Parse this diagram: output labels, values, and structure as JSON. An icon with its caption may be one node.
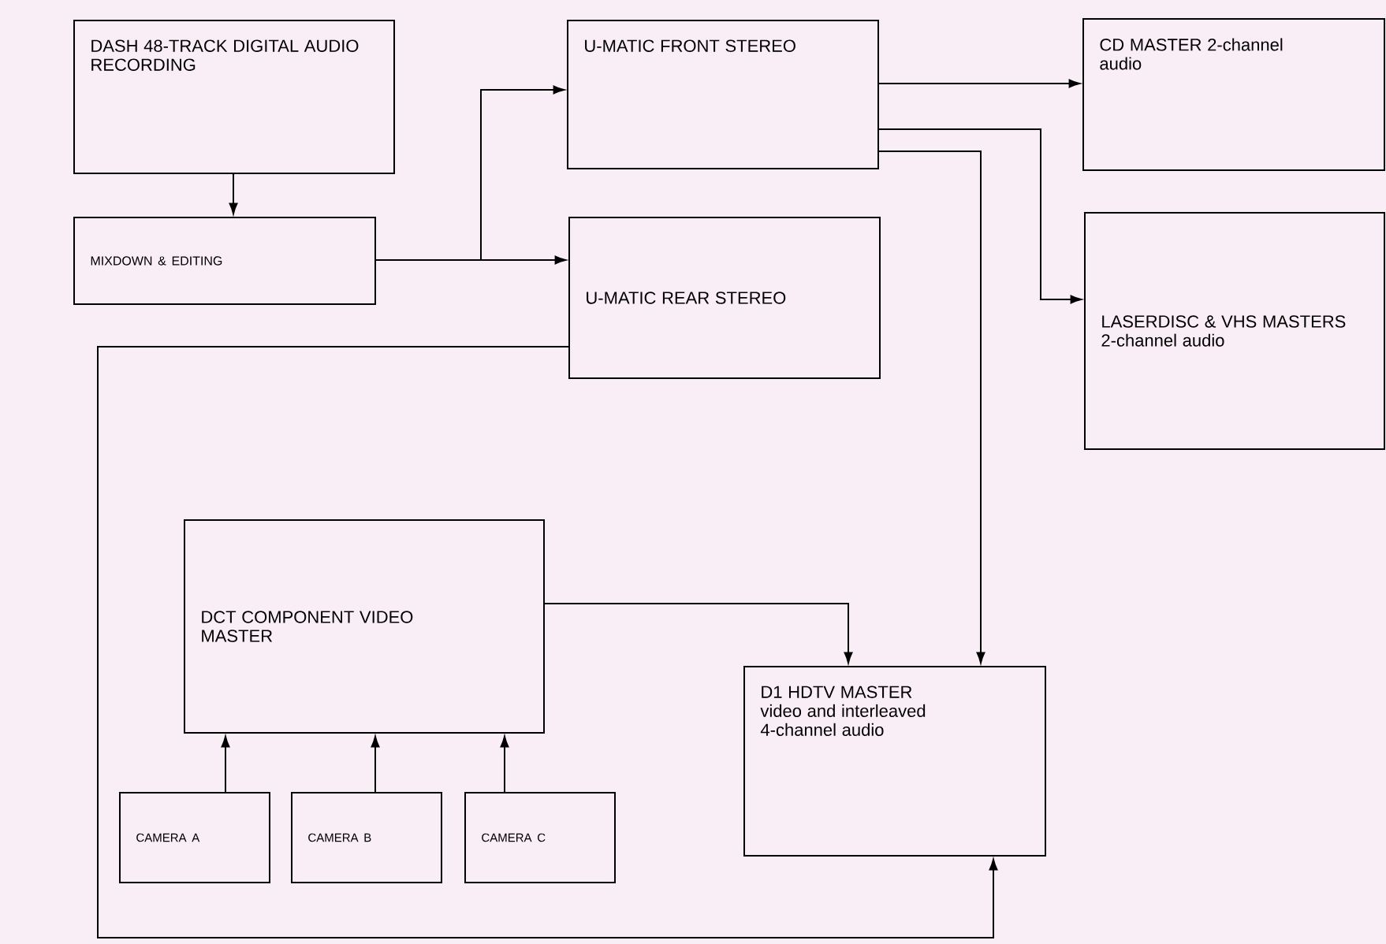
{
  "diagram": {
    "nodes": [
      {
        "text": [
          "DASH 48-TRACK DIGITAL AUDIO RECORDING"
        ]
      },
      {
        "text": [
          "MIXDOWN & EDITING"
        ]
      },
      {
        "text": [
          "U-MATIC FRONT STEREO"
        ]
      },
      {
        "text": [
          "U-MATIC REAR STEREO"
        ]
      },
      {
        "text": [
          "CD MASTER 2-channel audio"
        ]
      },
      {
        "text": [
          "LASERDISC & VHS MASTERS 2-channel audio"
        ]
      },
      {
        "text": [
          "DCT COMPONENT VIDEO MASTER"
        ]
      },
      {
        "text": [
          "D1 HDTV MASTER video and interleaved 4-channel audio"
        ]
      },
      {
        "text": [
          "CAMERA A"
        ]
      },
      {
        "text": [
          "CAMERA B"
        ]
      },
      {
        "text": [
          "CAMERA C"
        ]
      }
    ],
    "edges": [
      {
        "from": 0,
        "to": 1,
        "arrow": "to"
      },
      {
        "from": 1,
        "to": 2,
        "arrow": "to"
      },
      {
        "from": 1,
        "to": 3,
        "arrow": "to"
      },
      {
        "from": 2,
        "to": 4,
        "arrow": "to"
      },
      {
        "from": 2,
        "to": 5,
        "arrow": "to"
      },
      {
        "from": 2,
        "to": 7,
        "arrow": "to"
      },
      {
        "from": 3,
        "to": 7,
        "arrow": "to"
      },
      {
        "from": 6,
        "to": 7,
        "arrow": "to"
      },
      {
        "from": 8,
        "to": 6,
        "arrow": "to"
      },
      {
        "from": 9,
        "to": 6,
        "arrow": "to"
      },
      {
        "from": 10,
        "to": 6,
        "arrow": "to"
      }
    ]
  }
}
